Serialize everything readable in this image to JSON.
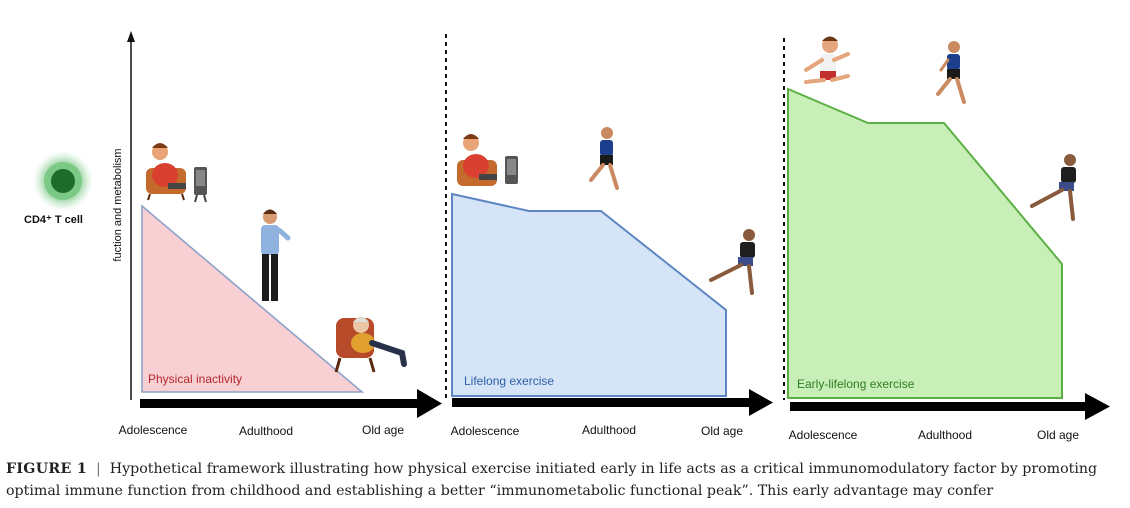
{
  "cell_label": "CD4⁺ T cell",
  "y_axis_label": "fuction and metabolism",
  "panels": [
    {
      "label": "Physical inactivity",
      "label_color": "#b5272a",
      "fill": "#f8cfd3",
      "stroke": "#8ea3c9",
      "stages": [
        "Adolescence",
        "Adulthood",
        "Old age"
      ]
    },
    {
      "label": "Lifelong exercise",
      "label_color": "#2f5fa8",
      "fill": "#d5e4f7",
      "stroke": "#5f86c4",
      "stages": [
        "Adolescence",
        "Adulthood",
        "Old age"
      ]
    },
    {
      "label": "Early-lifelong exercise",
      "label_color": "#2e7d23",
      "fill": "#c9efb9",
      "stroke": "#5cb043",
      "stages": [
        "Adolescence",
        "Adulthood",
        "Old age"
      ]
    }
  ],
  "caption": {
    "label": "FIGURE 1",
    "separator": "|",
    "text": "Hypothetical framework illustrating how physical exercise initiated early in life acts as a critical immunomodulatory factor by promoting optimal immune function from childhood and establishing a better “immunometabolic functional peak”. This early advantage may confer"
  }
}
